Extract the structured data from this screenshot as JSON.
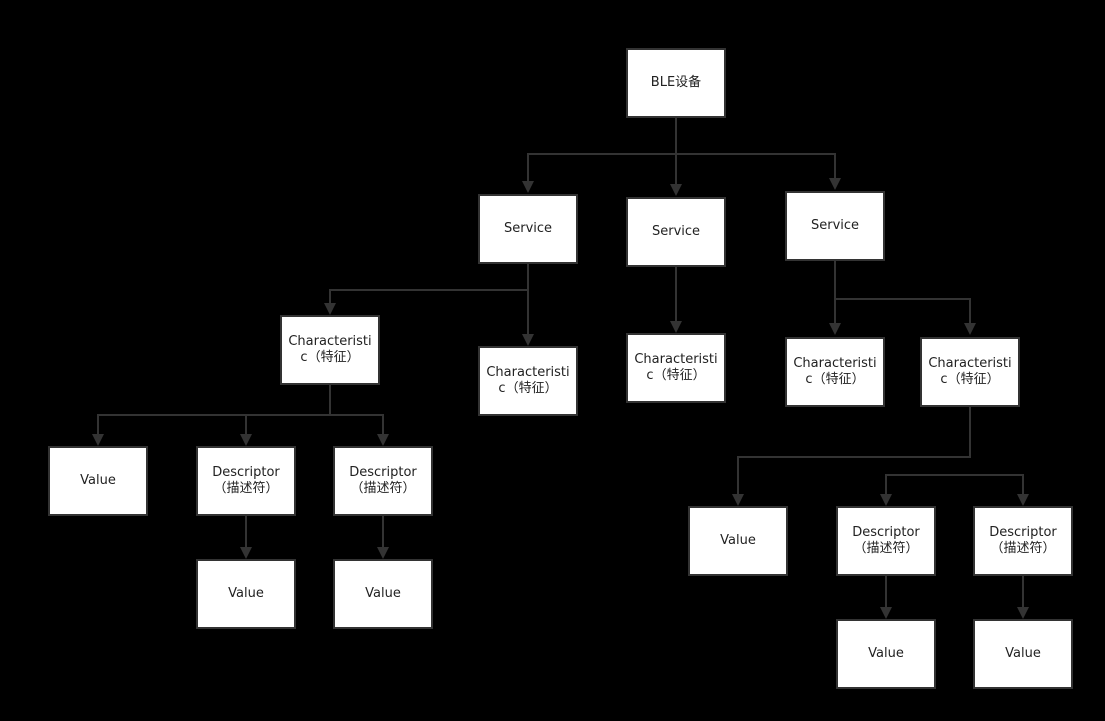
{
  "diagram": {
    "nodes": {
      "ble_device": "BLE设备",
      "service_1": "Service",
      "service_2": "Service",
      "service_3": "Service",
      "char_1": "Characteristic（特征）",
      "char_2": "Characteristic（特征）",
      "char_3": "Characteristic（特征）",
      "char_4": "Characteristic（特征）",
      "char_5": "Characteristic（特征）",
      "value_1": "Value",
      "desc_1": "Descriptor（描述符）",
      "desc_2": "Descriptor（描述符）",
      "desc_1_value": "Value",
      "desc_2_value": "Value",
      "value_2": "Value",
      "desc_3": "Descriptor（描述符）",
      "desc_4": "Descriptor（描述符）",
      "desc_3_value": "Value",
      "desc_4_value": "Value"
    },
    "edges": [
      [
        "ble_device",
        "service_1"
      ],
      [
        "ble_device",
        "service_2"
      ],
      [
        "ble_device",
        "service_3"
      ],
      [
        "service_1",
        "char_1"
      ],
      [
        "service_1",
        "char_2"
      ],
      [
        "service_2",
        "char_3"
      ],
      [
        "service_3",
        "char_4"
      ],
      [
        "service_3",
        "char_5"
      ],
      [
        "char_1",
        "value_1"
      ],
      [
        "char_1",
        "desc_1"
      ],
      [
        "char_1",
        "desc_2"
      ],
      [
        "desc_1",
        "desc_1_value"
      ],
      [
        "desc_2",
        "desc_2_value"
      ],
      [
        "char_5",
        "value_2"
      ],
      [
        "char_5",
        "desc_3"
      ],
      [
        "char_5",
        "desc_4"
      ],
      [
        "desc_3",
        "desc_3_value"
      ],
      [
        "desc_4",
        "desc_4_value"
      ]
    ]
  }
}
